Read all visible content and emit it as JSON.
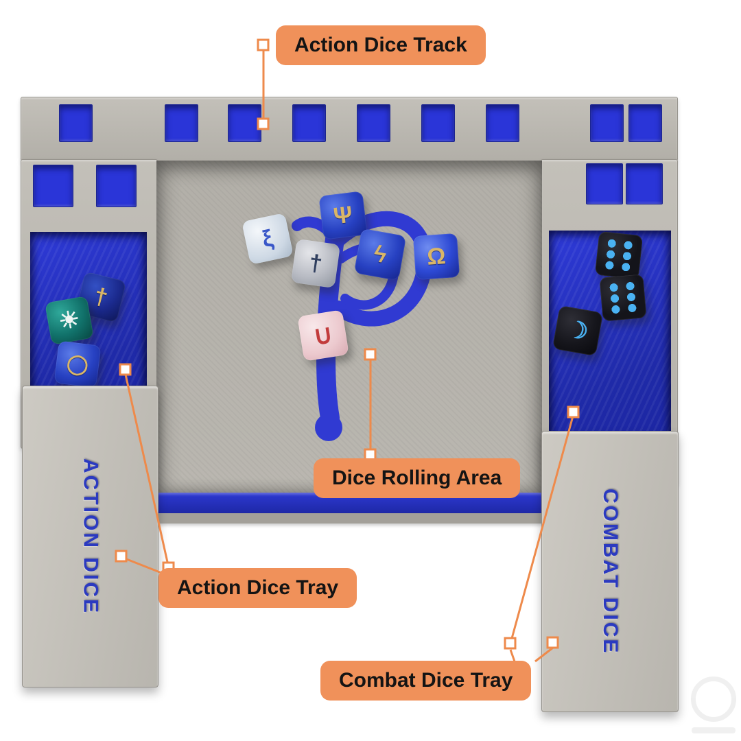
{
  "annotations": {
    "accent_color": "#f0915a",
    "connector_color": "#ee8a4b",
    "action_dice_track_label": "Action Dice Track",
    "dice_rolling_area_label": "Dice Rolling Area",
    "action_dice_tray_label": "Action Dice Tray",
    "combat_dice_tray_label": "Combat Dice Tray"
  },
  "tray": {
    "action_cover_text": "ACTION DICE",
    "combat_cover_text": "COMBAT DICE",
    "colors": {
      "body_gray": "#b8b5ae",
      "cover_gray": "#c8c5be",
      "slot_blue": "#2a35d8",
      "channel_blue": "#2530bd",
      "rune_blue": "#2b36d4",
      "engraved_text_blue": "#2b3ac0",
      "combat_pip_blue": "#4ab2f2",
      "gold_symbol": "#d9b668"
    }
  },
  "dice": {
    "rolling_area": [
      {
        "id": "white-rune-die",
        "symbol": "ξ"
      },
      {
        "id": "silver-rune-die",
        "symbol": "†"
      },
      {
        "id": "blue-harp-die",
        "symbol": "Ψ"
      },
      {
        "id": "blue-bolt-die",
        "symbol": "ϟ"
      },
      {
        "id": "blue-ring-die",
        "symbol": "Ω"
      },
      {
        "id": "pink-cup-die",
        "symbol": "∪"
      }
    ],
    "action_tray": [
      {
        "id": "navy-sword-die",
        "symbol": "†"
      },
      {
        "id": "teal-sun-die",
        "symbol": "☀"
      },
      {
        "id": "blue-ring-die",
        "symbol": "◯"
      }
    ],
    "combat_tray": [
      {
        "id": "black-pip-die-a",
        "symbol_name": "die-face-six-pips",
        "pips": 6
      },
      {
        "id": "black-pip-die-b",
        "symbol_name": "die-face-six-pips",
        "pips": 6
      },
      {
        "id": "black-moon-die",
        "symbol": "☽"
      }
    ]
  }
}
